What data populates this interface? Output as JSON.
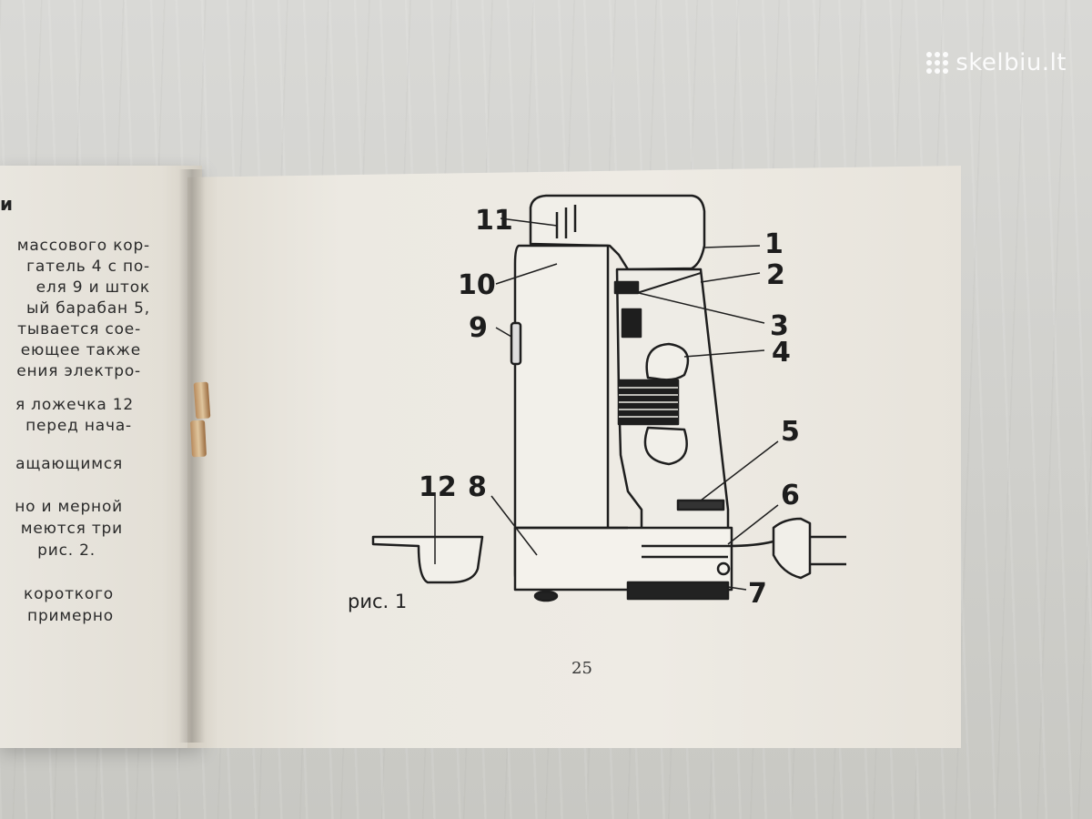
{
  "watermark": {
    "text": "skelbiu.lt",
    "icon": "dots-grid-icon"
  },
  "left_page": {
    "heading_fragment": "и",
    "lines": [
      "массового кор-",
      "гатель 4 с по-",
      "еля 9 и шток",
      "ый барабан 5,",
      "тывается сое-",
      "еющее также",
      "ения электро-",
      "я ложечка 12",
      "перед нача-",
      "ащающимся",
      "но и мерной",
      "меются три",
      "рис. 2.",
      "короткого",
      "примерно"
    ]
  },
  "figure": {
    "caption": "рис. 1",
    "page_number": "25",
    "callouts": [
      "1",
      "2",
      "3",
      "4",
      "5",
      "6",
      "7",
      "8",
      "9",
      "10",
      "11",
      "12"
    ]
  }
}
